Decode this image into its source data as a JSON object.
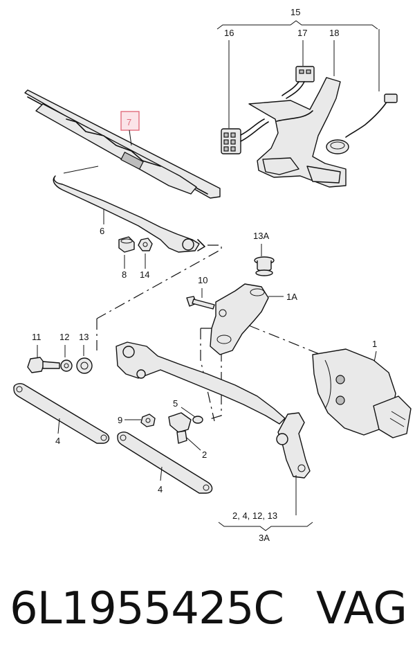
{
  "callouts": {
    "c15": "15",
    "c16": "16",
    "c17": "17",
    "c18": "18",
    "c7": "7",
    "c6": "6",
    "c8": "8",
    "c14": "14",
    "c13A": "13A",
    "c10": "10",
    "c1A": "1A",
    "c1": "1",
    "c11": "11",
    "c12": "12",
    "c13": "13",
    "c4a": "4",
    "c4b": "4",
    "c5": "5",
    "c9": "9",
    "c2": "2",
    "c3A_list": "2, 4, 12, 13",
    "c3A": "3A"
  },
  "highlight": {
    "color": "#e06b7c",
    "fill": "#fbe4e8"
  },
  "caption": {
    "part_number": "6L1955425C",
    "make": "VAG"
  }
}
